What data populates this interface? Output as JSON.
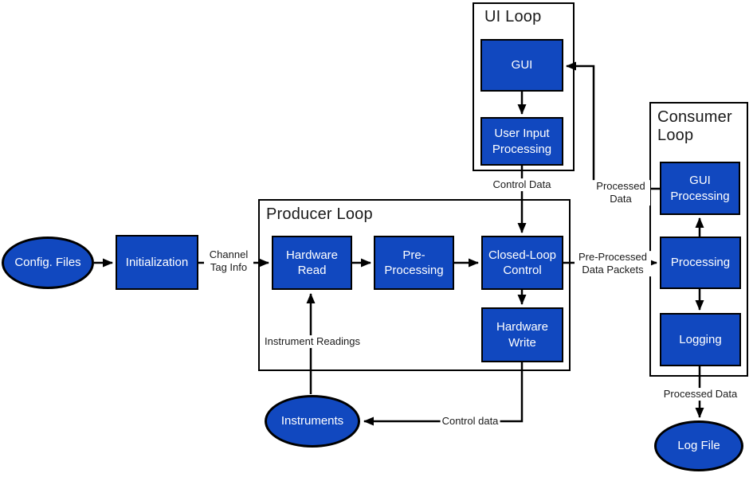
{
  "diagram": {
    "type": "block-diagram",
    "subject": "Producer/Consumer data-flow architecture",
    "colors": {
      "node_fill": "#1148BF",
      "node_text": "#FFFFFF",
      "line": "#000000",
      "background": "#FFFFFF"
    },
    "loops": {
      "ui": {
        "title": "UI Loop"
      },
      "producer": {
        "title": "Producer Loop"
      },
      "consumer": {
        "title": "Consumer Loop"
      }
    },
    "nodes": {
      "config_files": {
        "label": "Config. Files",
        "shape": "ellipse"
      },
      "initialization": {
        "label": "Initialization",
        "shape": "rect"
      },
      "hardware_read": {
        "label": "Hardware Read",
        "shape": "rect"
      },
      "pre_processing": {
        "label": "Pre-Processing",
        "shape": "rect"
      },
      "closed_loop": {
        "label": "Closed-Loop Control",
        "shape": "rect"
      },
      "hardware_write": {
        "label": "Hardware Write",
        "shape": "rect"
      },
      "gui": {
        "label": "GUI",
        "shape": "rect"
      },
      "user_input": {
        "label": "User Input Processing",
        "shape": "rect"
      },
      "gui_processing": {
        "label": "GUI Processing",
        "shape": "rect"
      },
      "processing": {
        "label": "Processing",
        "shape": "rect"
      },
      "logging": {
        "label": "Logging",
        "shape": "rect"
      },
      "instruments": {
        "label": "Instruments",
        "shape": "ellipse"
      },
      "log_file": {
        "label": "Log File",
        "shape": "ellipse"
      }
    },
    "edge_labels": {
      "channel_tag_info": "Channel Tag Info",
      "control_data_upper": "Control Data",
      "processed_data_upper": "Processed Data",
      "pre_processed_packets": "Pre-Processed Data Packets",
      "instrument_readings": "Instrument Readings",
      "control_data_lower": "Control data",
      "processed_data_lower": "Processed Data"
    }
  }
}
